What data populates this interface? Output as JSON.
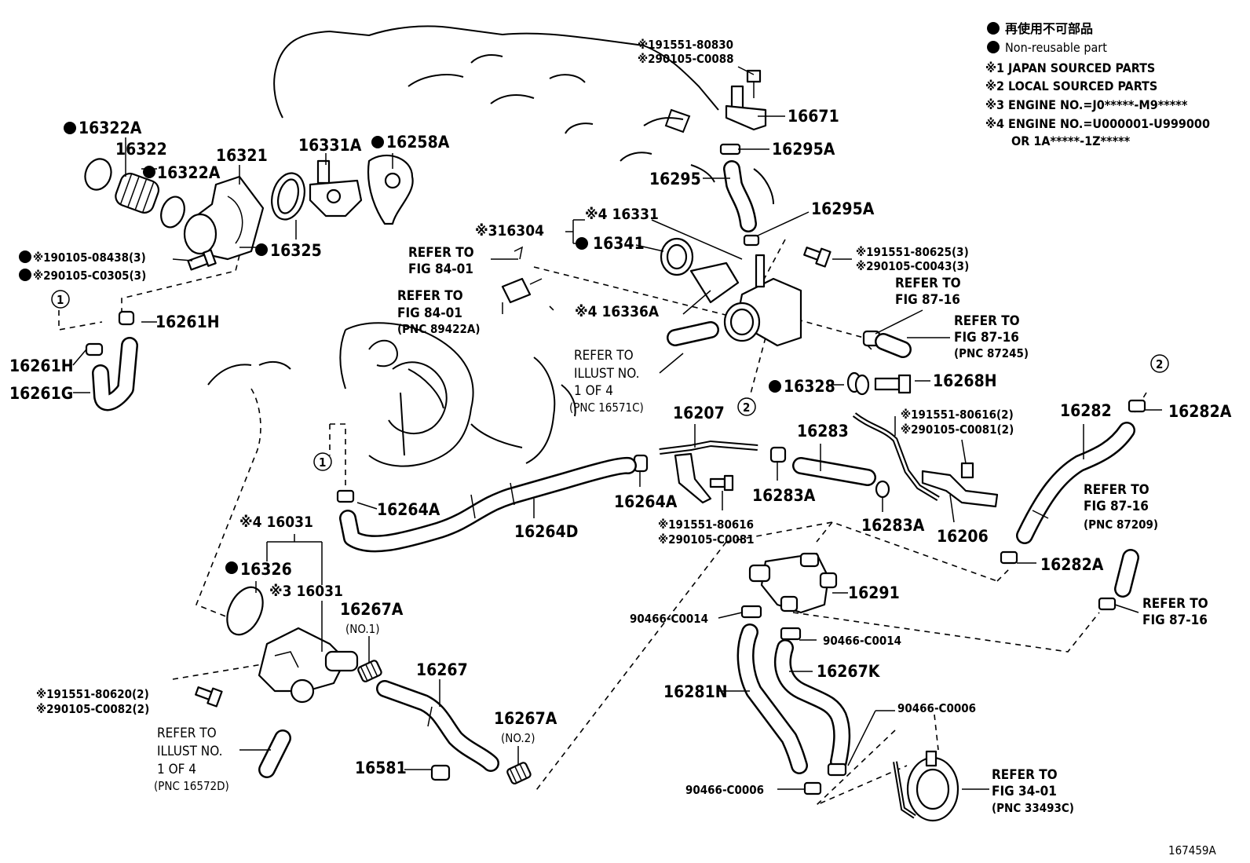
{
  "legend": {
    "non_reusable_jp": "再使用不可部品",
    "non_reusable_en": "Non-reusable part",
    "note1": "※1 JAPAN SOURCED PARTS",
    "note2": "※2 LOCAL SOURCED PARTS",
    "note3": "※3 ENGINE NO.=J0*****-M9*****",
    "note4": "※4 ENGINE NO.=U000001-U999000",
    "note4b": "OR 1A*****-1Z*****"
  },
  "labels": {
    "p16322A_top": "16322A",
    "p16322": "16322",
    "p16322A_mid": "16322A",
    "p16321": "16321",
    "p16331A": "16331A",
    "p16258A": "16258A",
    "p16325": "16325",
    "bolt_a1": "※190105-08438(3)",
    "bolt_a2": "※290105-C0305(3)",
    "c1_left": "1",
    "p16261H_a": "16261H",
    "p16261H_b": "16261H",
    "p16261G": "16261G",
    "p191551_80830": "※191551-80830",
    "p290105_C0088": "※290105-C0088",
    "p16671": "16671",
    "p16295A_a": "16295A",
    "p16295": "16295",
    "p16295A_b": "16295A",
    "p16331": "※4 16331",
    "p16304": "※316304",
    "p16341": "16341",
    "ref84_a1": "REFER TO",
    "ref84_a2": "FIG 84-01",
    "ref84_b1": "REFER TO",
    "ref84_b2": "FIG 84-01",
    "ref84_b3": "(PNC 89422A)",
    "p16336A": "※4 16336A",
    "ref_ill_1": "REFER TO",
    "ref_ill_2": "ILLUST NO.",
    "ref_ill_3": "1 OF 4",
    "ref_ill_4": "(PNC 16571C)",
    "bolt_b1": "※191551-80625(3)",
    "bolt_b2": "※290105-C0043(3)",
    "ref8716_a1": "REFER TO",
    "ref8716_a2": "FIG 87-16",
    "ref8716_b1": "REFER TO",
    "ref8716_b2": "FIG 87-16",
    "ref8716_b3": "(PNC 87245)",
    "p16328": "16328",
    "p16268H": "16268H",
    "c2_mid": "2",
    "c2_right": "2",
    "p16282A_a": "16282A",
    "p16282": "16282",
    "bolt_c1": "※191551-80616(2)",
    "bolt_c2": "※290105-C0081(2)",
    "p16207": "16207",
    "p16283": "16283",
    "c1_mid": "1",
    "p16264A_a": "16264A",
    "p16264D": "16264D",
    "p16264A_b": "16264A",
    "p16283A_a": "16283A",
    "p16283A_b": "16283A",
    "p16206": "16206",
    "bolt_d1": "※191551-80616",
    "bolt_d2": "※290105-C0081",
    "ref8716_c1": "REFER TO",
    "ref8716_c2": "FIG 87-16",
    "ref8716_c3": "(PNC 87209)",
    "p16282A_b": "16282A",
    "ref8716_d1": "REFER TO",
    "ref8716_d2": "FIG 87-16",
    "p16031_4": "※4 16031",
    "p16326": "16326",
    "p16031_3": "※3 16031",
    "p16267A_1": "16267A",
    "no1": "(NO.1)",
    "p16267": "16267",
    "p16291": "16291",
    "p90466_a": "90466-C0014",
    "p90466_b": "90466-C0014",
    "p16267K": "16267K",
    "p16281N": "16281N",
    "p90466_c": "90466-C0006",
    "p90466_d": "90466-C0006",
    "bolt_e1": "※191551-80620(2)",
    "bolt_e2": "※290105-C0082(2)",
    "ref_ill_b1": "REFER TO",
    "ref_ill_b2": "ILLUST NO.",
    "ref_ill_b3": "1 OF 4",
    "ref_ill_b4": "(PNC 16572D)",
    "p16581": "16581",
    "p16267A_2": "16267A",
    "no2": "(NO.2)",
    "ref34_1": "REFER TO",
    "ref34_2": "FIG 34-01",
    "ref34_3": "(PNC 33493C)",
    "figure_id": "167459A"
  }
}
